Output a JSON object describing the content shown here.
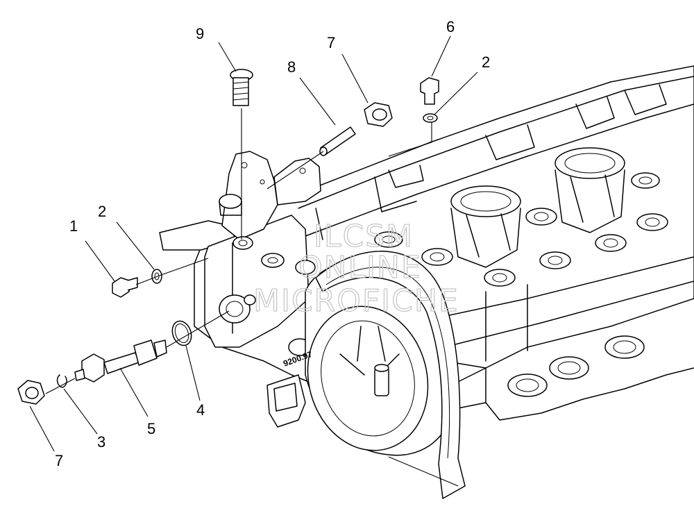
{
  "diagram": {
    "callouts": [
      {
        "id": "9",
        "label": "9"
      },
      {
        "id": "8",
        "label": "8"
      },
      {
        "id": "7-top",
        "label": "7"
      },
      {
        "id": "6",
        "label": "6"
      },
      {
        "id": "2-top",
        "label": "2"
      },
      {
        "id": "1",
        "label": "1"
      },
      {
        "id": "2-left",
        "label": "2"
      },
      {
        "id": "4",
        "label": "4"
      },
      {
        "id": "5",
        "label": "5"
      },
      {
        "id": "3",
        "label": "3"
      },
      {
        "id": "7-bottom",
        "label": "7"
      }
    ],
    "part_code": "9200.97",
    "watermark": [
      "ILCSM",
      "ONLINE",
      "MICROFICHE"
    ]
  }
}
